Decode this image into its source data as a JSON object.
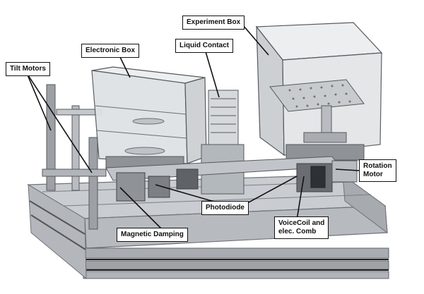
{
  "diagram": {
    "labels": {
      "tilt_motors": "Tilt Motors",
      "electronic_box": "Electronic Box",
      "liquid_contact": "Liquid Contact",
      "experiment_box": "Experiment Box",
      "rotation_motor_line1": "Rotation",
      "rotation_motor_line2": "Motor",
      "photodiode": "Photodiode",
      "magnetic_damping": "Magnetic Damping",
      "voicecoil_line1": "VoiceCoil and",
      "voicecoil_line2": "elec. Comb"
    }
  },
  "colors": {
    "frame": "#b7bbc0",
    "frame_dark": "#6f7378",
    "glass": "#e4e6e8",
    "glass_edge": "#55595d",
    "text": "#111111"
  }
}
